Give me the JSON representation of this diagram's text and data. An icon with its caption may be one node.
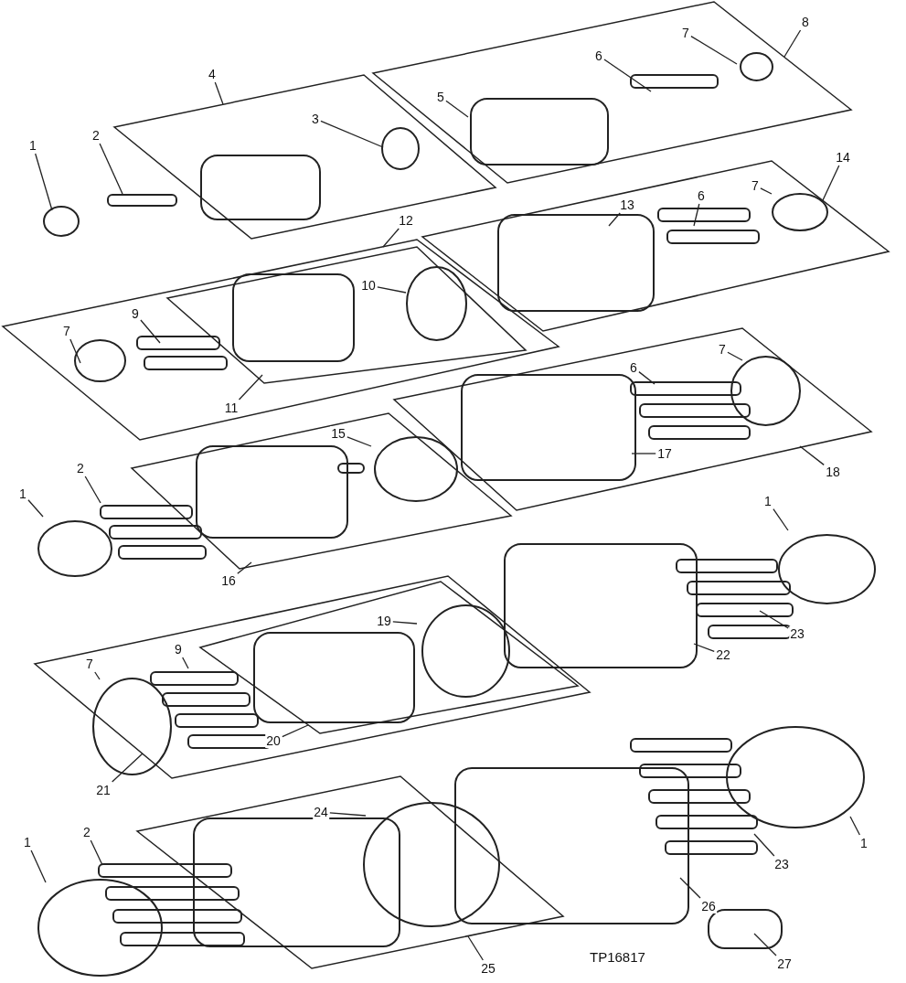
{
  "diagram": {
    "nodes": [
      {
        "text": [],
        "shape": "box"
      },
      {
        "text": [
          "8"
        ]
      },
      {
        "text": [
          "7"
        ],
        "in": 0
      },
      {
        "text": [
          "6"
        ],
        "in": 0
      },
      {
        "text": [],
        "shape": "box"
      },
      {
        "text": [
          "4"
        ]
      },
      {
        "text": [
          "5"
        ],
        "in": 0
      },
      {
        "text": [
          "3"
        ],
        "in": 4
      },
      {
        "text": [
          "2"
        ]
      },
      {
        "text": [
          "1"
        ]
      },
      {
        "text": [],
        "shape": "box"
      },
      {
        "text": [
          "14"
        ]
      },
      {
        "text": [
          "13"
        ],
        "in": 10
      },
      {
        "text": [
          "6"
        ],
        "in": 10
      },
      {
        "text": [
          "7"
        ],
        "in": 10
      },
      {
        "text": [],
        "shape": "box"
      },
      {
        "text": [
          "12"
        ]
      },
      {
        "text": [],
        "shape": "box",
        "in": 15
      },
      {
        "text": [
          "10"
        ],
        "in": 17
      },
      {
        "text": [
          "9"
        ],
        "in": 15
      },
      {
        "text": [
          "7"
        ],
        "in": 15
      },
      {
        "text": [
          "11"
        ],
        "in": 15
      },
      {
        "text": [],
        "shape": "box"
      },
      {
        "text": [
          "6"
        ],
        "in": 22
      },
      {
        "text": [
          "7"
        ],
        "in": 22
      },
      {
        "text": [],
        "shape": "box"
      },
      {
        "text": [
          "15"
        ],
        "in": 25
      },
      {
        "text": [
          "17"
        ],
        "in": 22
      },
      {
        "text": [
          "18"
        ]
      },
      {
        "text": [
          "2"
        ]
      },
      {
        "text": [
          "1"
        ]
      },
      {
        "text": [
          "16"
        ]
      },
      {
        "text": [
          "1"
        ]
      },
      {
        "text": [],
        "shape": "box"
      },
      {
        "text": [],
        "shape": "box",
        "in": 33
      },
      {
        "text": [
          "19"
        ],
        "in": 34
      },
      {
        "text": [
          "22"
        ]
      },
      {
        "text": [
          "23"
        ]
      },
      {
        "text": [
          "7"
        ],
        "in": 33
      },
      {
        "text": [
          "9"
        ],
        "in": 33
      },
      {
        "text": [
          "20"
        ],
        "in": 33
      },
      {
        "text": [
          "21"
        ]
      },
      {
        "text": [],
        "shape": "box"
      },
      {
        "text": [
          "24"
        ],
        "in": 42
      },
      {
        "text": [
          "1"
        ]
      },
      {
        "text": [
          "2"
        ]
      },
      {
        "text": [
          "1"
        ]
      },
      {
        "text": [
          "23"
        ]
      },
      {
        "text": [
          "26"
        ]
      },
      {
        "text": [
          "25"
        ]
      },
      {
        "text": [
          "27"
        ]
      }
    ],
    "edges": [
      {
        "from": 1,
        "to": 0,
        "arrow": "none"
      },
      {
        "from": 2,
        "to": null,
        "arrow": "none"
      },
      {
        "from": 3,
        "to": null,
        "arrow": "none"
      },
      {
        "from": 5,
        "to": 4,
        "arrow": "none"
      },
      {
        "from": 6,
        "to": null,
        "arrow": "none"
      },
      {
        "from": 7,
        "to": null,
        "arrow": "none"
      },
      {
        "from": 8,
        "to": null,
        "arrow": "none"
      },
      {
        "from": 9,
        "to": null,
        "arrow": "none"
      },
      {
        "from": 11,
        "to": 10,
        "arrow": "none"
      },
      {
        "from": 12,
        "to": null,
        "arrow": "none"
      },
      {
        "from": 13,
        "to": null,
        "arrow": "none"
      },
      {
        "from": 14,
        "to": null,
        "arrow": "none"
      },
      {
        "from": 16,
        "to": 15,
        "arrow": "none"
      },
      {
        "from": 18,
        "to": null,
        "arrow": "none"
      },
      {
        "from": 19,
        "to": null,
        "arrow": "none"
      },
      {
        "from": 20,
        "to": null,
        "arrow": "none"
      },
      {
        "from": 21,
        "to": 17,
        "arrow": "none"
      },
      {
        "from": 23,
        "to": null,
        "arrow": "none"
      },
      {
        "from": 24,
        "to": null,
        "arrow": "none"
      },
      {
        "from": 26,
        "to": null,
        "arrow": "none"
      },
      {
        "from": 27,
        "to": null,
        "arrow": "none"
      },
      {
        "from": 28,
        "to": 22,
        "arrow": "none"
      },
      {
        "from": 29,
        "to": null,
        "arrow": "none"
      },
      {
        "from": 30,
        "to": null,
        "arrow": "none"
      },
      {
        "from": 31,
        "to": 25,
        "arrow": "none"
      },
      {
        "from": 32,
        "to": null,
        "arrow": "none"
      },
      {
        "from": 35,
        "to": null,
        "arrow": "none"
      },
      {
        "from": 36,
        "to": null,
        "arrow": "none"
      },
      {
        "from": 37,
        "to": null,
        "arrow": "none"
      },
      {
        "from": 38,
        "to": null,
        "arrow": "none"
      },
      {
        "from": 39,
        "to": null,
        "arrow": "none"
      },
      {
        "from": 40,
        "to": 34,
        "arrow": "none"
      },
      {
        "from": 41,
        "to": 33,
        "arrow": "none"
      },
      {
        "from": 43,
        "to": null,
        "arrow": "none"
      },
      {
        "from": 44,
        "to": null,
        "arrow": "none"
      },
      {
        "from": 45,
        "to": null,
        "arrow": "none"
      },
      {
        "from": 46,
        "to": null,
        "arrow": "none"
      },
      {
        "from": 47,
        "to": null,
        "arrow": "none"
      },
      {
        "from": 48,
        "to": null,
        "arrow": "none"
      },
      {
        "from": 49,
        "to": 42,
        "arrow": "none"
      },
      {
        "from": 50,
        "to": null,
        "arrow": "none"
      }
    ],
    "labels": [
      "TP16817"
    ]
  }
}
